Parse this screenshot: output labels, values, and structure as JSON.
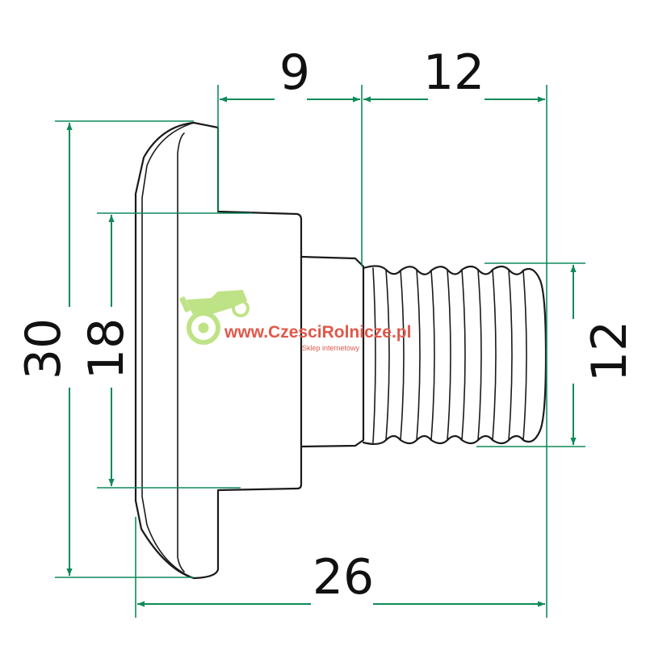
{
  "dimensions": {
    "head_thickness": "9",
    "thread_length": "12",
    "flange_diameter": "30",
    "shoulder_diameter": "18",
    "thread_diameter": "12",
    "total_length": "26"
  },
  "watermark": {
    "url": "www.CzesciRolnicze.pl",
    "subtitle": "Sklep internetowy"
  },
  "colors": {
    "dimension_line": "#0e8a5a",
    "outline": "#1a1a1a",
    "watermark_text": "#e0584a",
    "watermark_tractor": "#b8e07a"
  }
}
